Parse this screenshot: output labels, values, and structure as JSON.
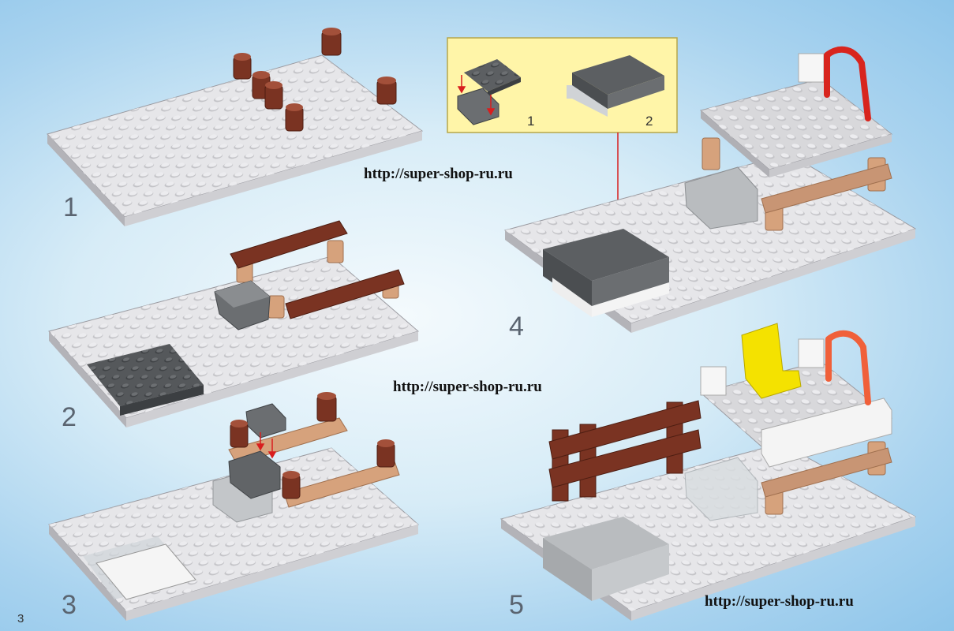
{
  "page_number": "3",
  "watermark": "http://super-shop-ru.ru",
  "steps": [
    {
      "number": "1"
    },
    {
      "number": "2"
    },
    {
      "number": "3"
    },
    {
      "number": "4"
    },
    {
      "number": "5"
    }
  ],
  "inset": {
    "sub_steps": [
      "1",
      "2"
    ]
  },
  "colors": {
    "baseplate": "#e8e8ea",
    "stud": "#c9c9cc",
    "dark_grey": "#5c5f62",
    "light_grey": "#b9bcbf",
    "reddish_brown": "#7a3322",
    "tan": "#d6a27c",
    "red": "#d8251e",
    "yellow": "#f4e200",
    "inset_background": "#fff5a8",
    "arrow": "#d81e1e"
  }
}
